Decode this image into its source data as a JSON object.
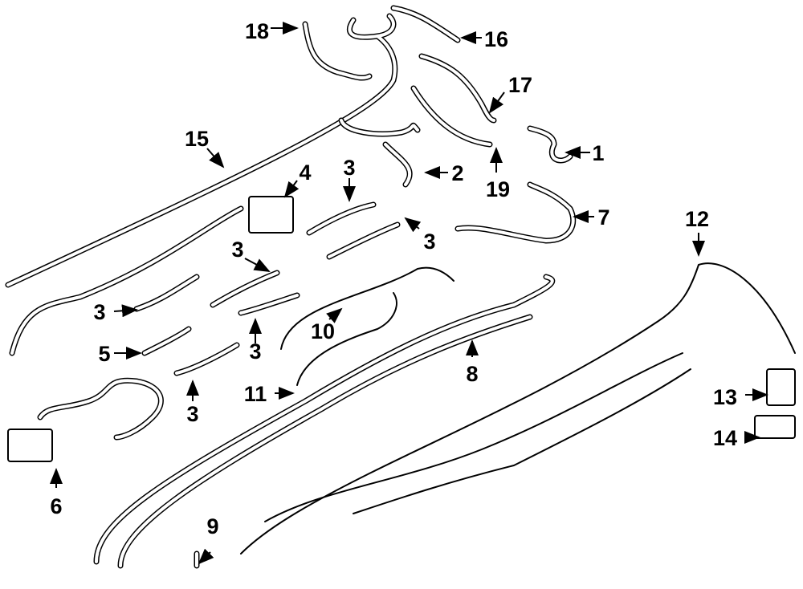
{
  "diagram": {
    "title": "Wiring harness parts diagram",
    "callouts": [
      "18",
      "16",
      "17",
      "1",
      "2",
      "19",
      "15",
      "4",
      "3",
      "7",
      "3",
      "12",
      "3",
      "3",
      "10",
      "3",
      "8",
      "5",
      "3",
      "11",
      "13",
      "14",
      "6",
      "9"
    ]
  }
}
